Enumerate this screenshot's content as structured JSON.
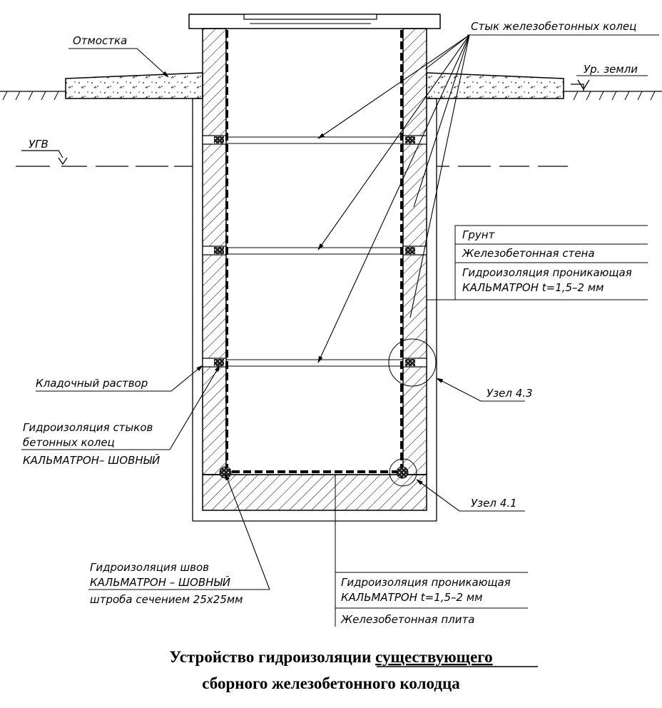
{
  "title": {
    "line1_a": "Устройство гидроизоляции ",
    "line1_b": "существующего",
    "line2": "сборного железобетонного колодца"
  },
  "labels": {
    "otmostka": "Отмостка",
    "styk": "Стык железобетонных колец",
    "ur_zemli": "Ур. земли",
    "ugv": "УГВ",
    "grunt": "Грунт",
    "zhb_stena": "Железобетонная стена",
    "gidro_pronik_1": "Гидроизоляция проникающая",
    "gidro_pronik_2": "КАЛЬМАТРОН t=1,5–2  мм",
    "kladochny": "Кладочный раствор",
    "uzel_43": "Узел 4.3",
    "gidro_stykov_1": "Гидроизоляция стыков",
    "gidro_stykov_2": "бетонных колец",
    "gidro_stykov_3": "КАЛЬМАТРОН– ШОВНЫЙ",
    "uzel_41": "Узел 4.1",
    "gidro_shvov_1": "Гидроизоляция швов",
    "gidro_shvov_2": "КАЛЬМАТРОН – ШОВНЫЙ",
    "gidro_shvov_3": "штроба сечением 25х25мм",
    "plita_pronik_1": "Гидроизоляция проникающая",
    "plita_pronik_2": "КАЛЬМАТРОН t=1,5–2  мм",
    "zhb_plita": "Железобетонная плита"
  },
  "colors": {
    "ink": "#000000",
    "paper": "#ffffff"
  }
}
